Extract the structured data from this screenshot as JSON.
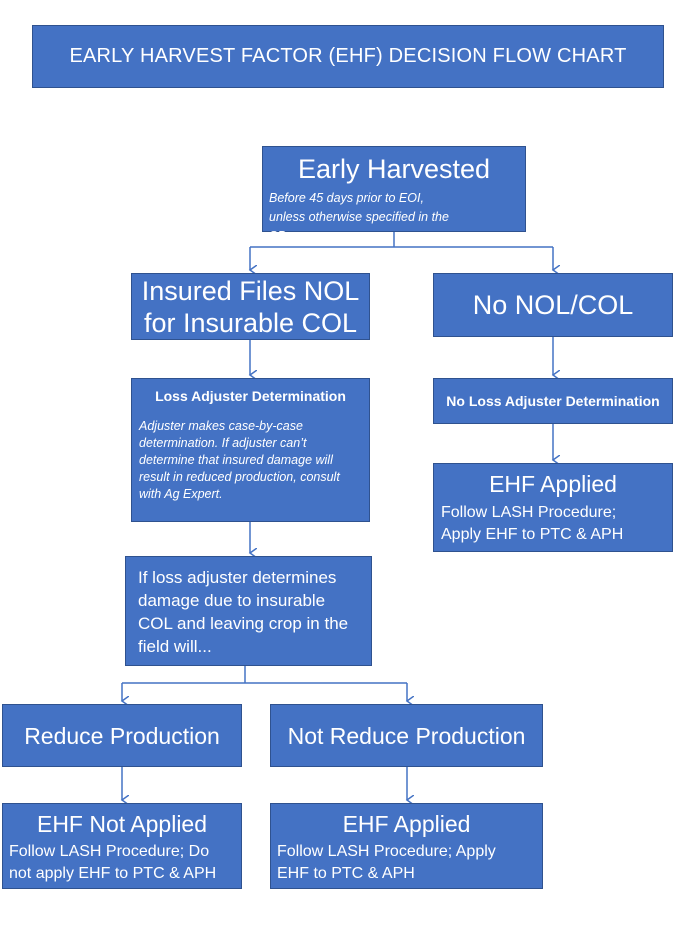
{
  "title": "EARLY HARVEST FACTOR (EHF) DECISION FLOW CHART",
  "early_harvested": {
    "heading": "Early Harvested",
    "note": "Before 45 days prior to EOI, unless otherwise specified in the SPs."
  },
  "insured_files": {
    "heading_line1": "Insured Files NOL",
    "heading_line2": "for Insurable COL"
  },
  "no_nol": {
    "heading": "No NOL/COL"
  },
  "loss_adjuster": {
    "heading": "Loss Adjuster Determination",
    "note": "Adjuster makes case-by-case determination. If adjuster can’t determine that insured damage will result in reduced production, consult with Ag Expert."
  },
  "no_loss_adjuster": {
    "heading": "No Loss Adjuster Determination"
  },
  "ehf_applied_right": {
    "heading": "EHF Applied",
    "body": "Follow LASH Procedure; Apply EHF to PTC & APH"
  },
  "if_loss": {
    "body": "If loss adjuster determines damage due to insurable COL and leaving crop in the field will..."
  },
  "reduce_production": {
    "label": "Reduce Production"
  },
  "not_reduce_production": {
    "label": "Not Reduce Production"
  },
  "ehf_not_applied": {
    "heading": "EHF Not Applied",
    "body": "Follow LASH Procedure; Do not apply EHF to PTC & APH"
  },
  "ehf_applied_bottom": {
    "heading": "EHF Applied",
    "body": "Follow LASH Procedure; Apply EHF to PTC & APH"
  },
  "colors": {
    "box_fill": "#4472c4",
    "box_border": "#2f528f",
    "connector": "#4472c4",
    "text": "#ffffff"
  }
}
